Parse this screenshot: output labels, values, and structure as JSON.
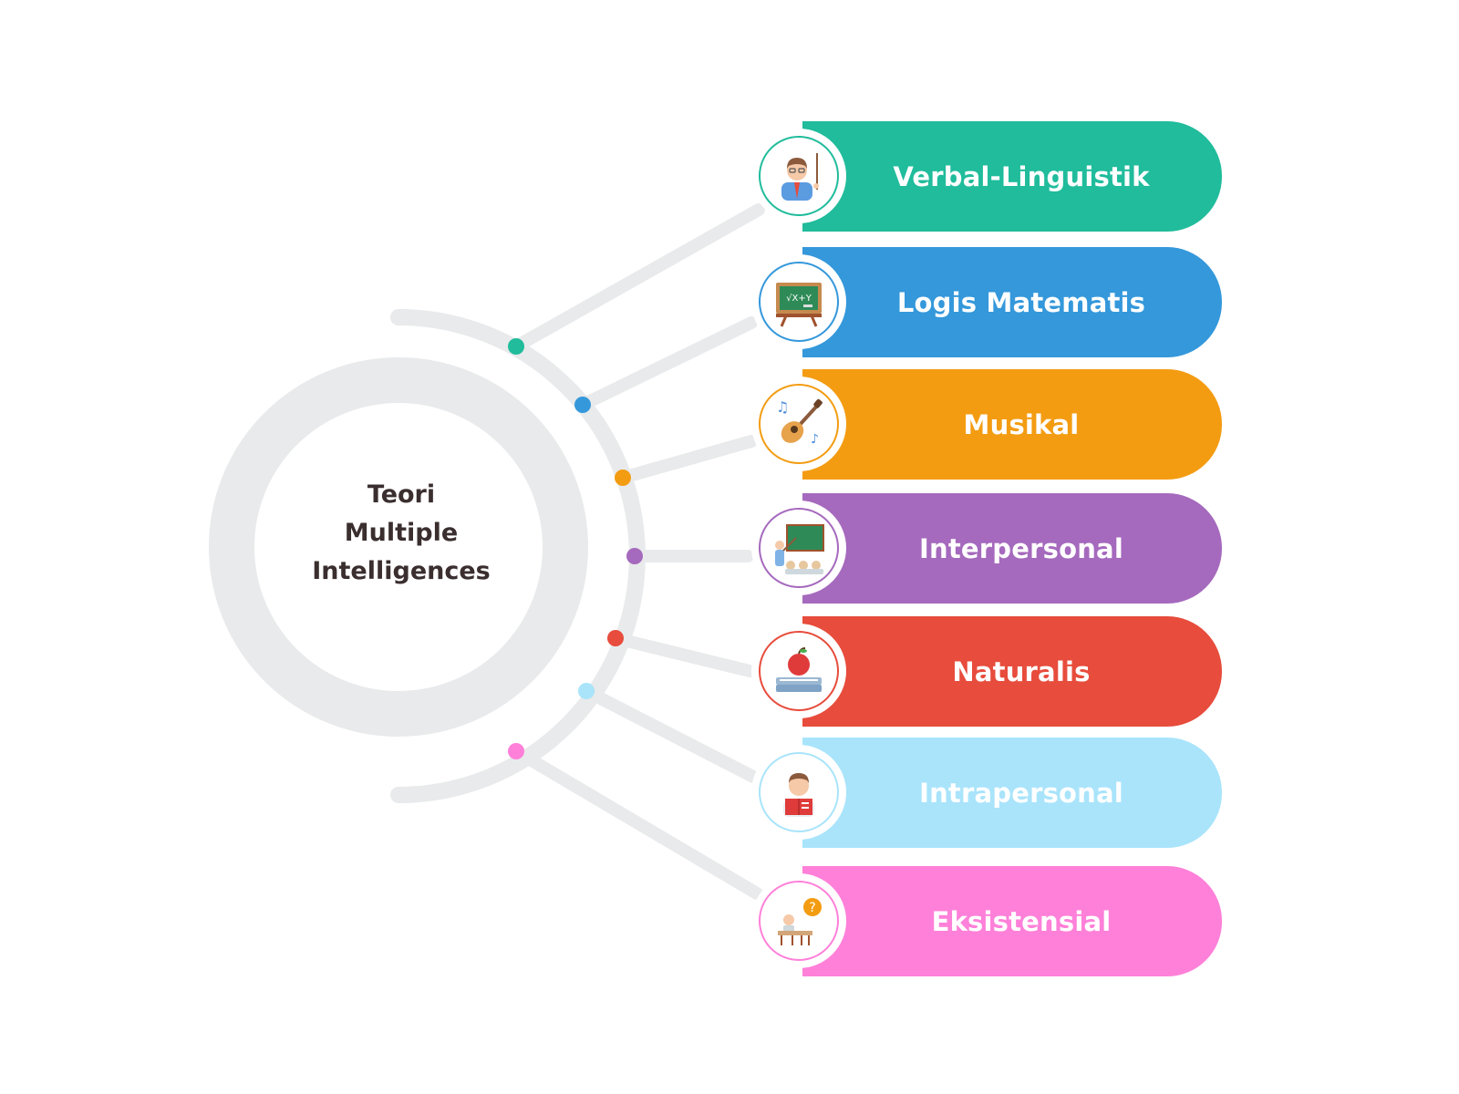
{
  "center": {
    "lines": [
      "Teori",
      "Multiple",
      "Intelligences"
    ]
  },
  "items": [
    {
      "label": "Verbal-Linguistik",
      "color": "#20BC9C",
      "icon": "teacher-icon"
    },
    {
      "label": "Logis Matematis",
      "color": "#3498DB",
      "icon": "math-board-icon"
    },
    {
      "label": "Musikal",
      "color": "#F39C12",
      "icon": "guitar-music-icon"
    },
    {
      "label": "Interpersonal",
      "color": "#A569BD",
      "icon": "classroom-icon"
    },
    {
      "label": "Naturalis",
      "color": "#E74C3C",
      "icon": "apple-book-icon"
    },
    {
      "label": "Intrapersonal",
      "color": "#A9E4FB",
      "icon": "student-reading-icon"
    },
    {
      "label": "Eksistensial",
      "color": "#FF80D9",
      "icon": "student-question-icon"
    }
  ]
}
